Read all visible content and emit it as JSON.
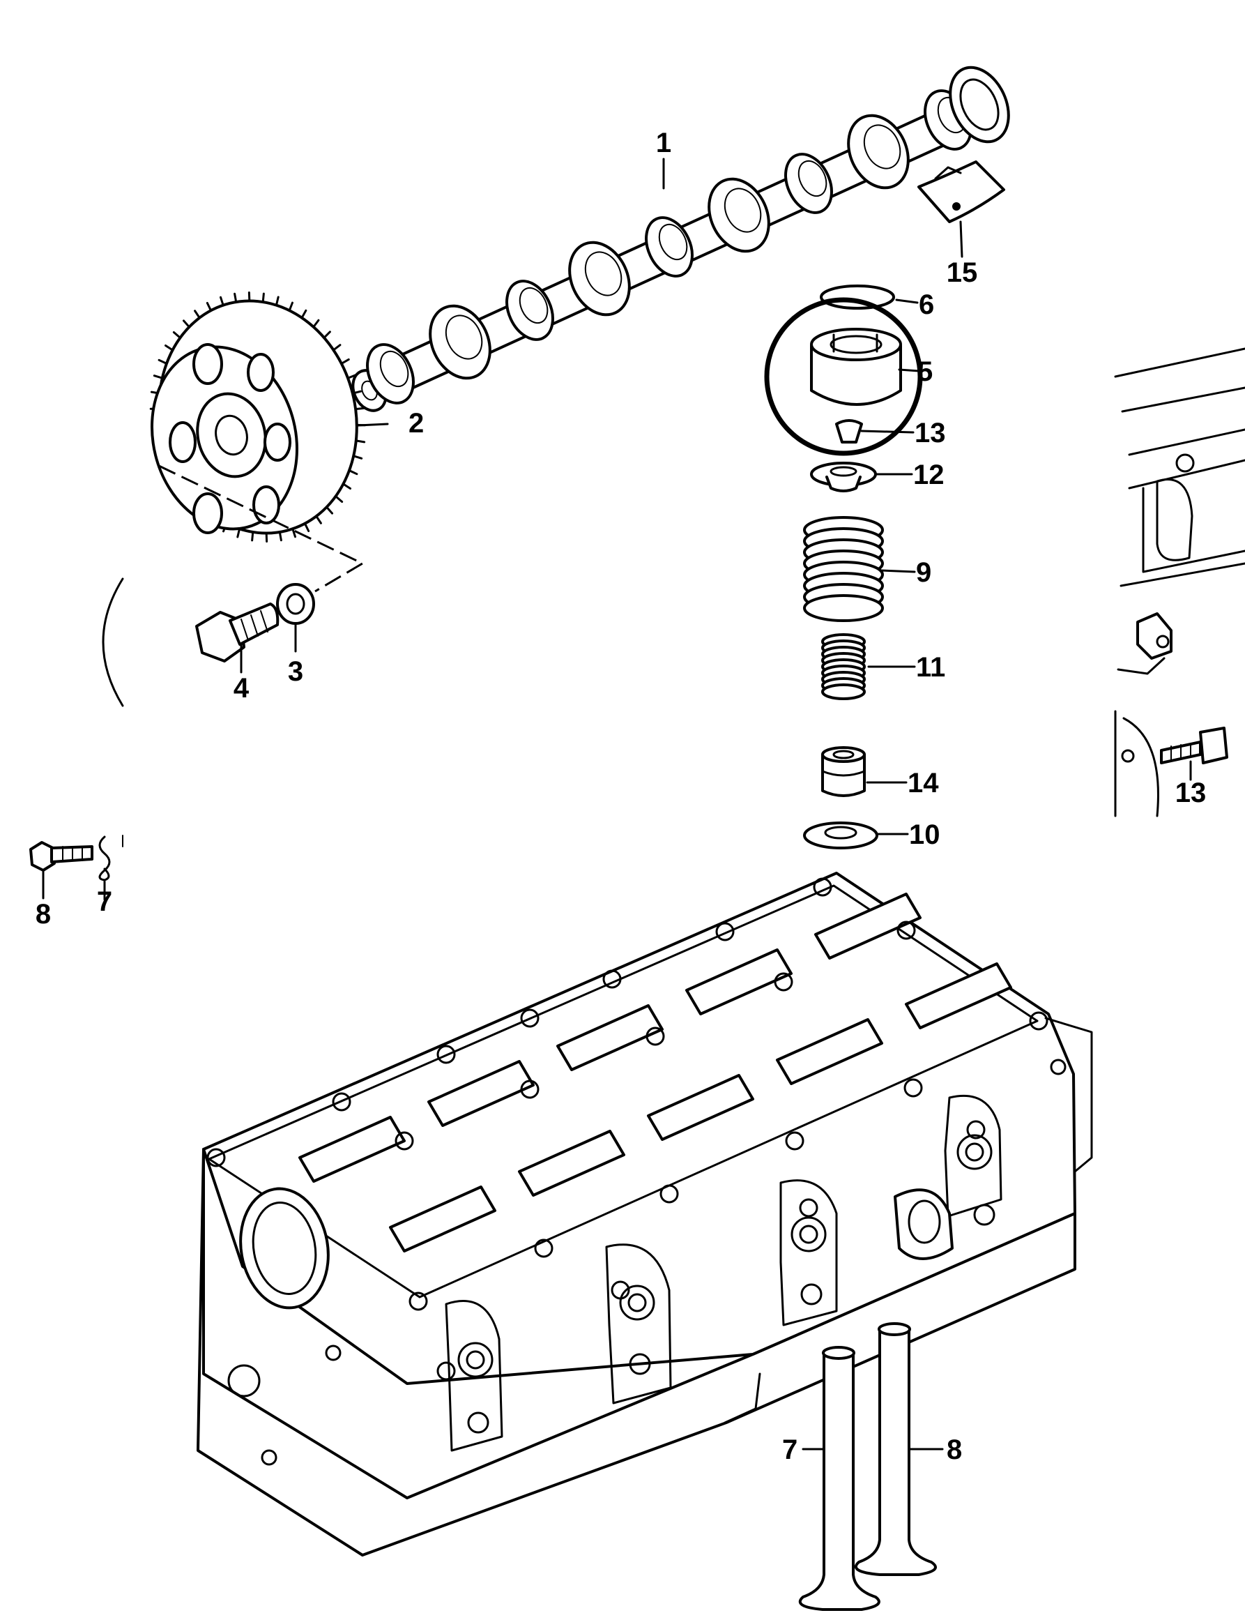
{
  "callouts": {
    "camshaft": "1",
    "sprocket": "2",
    "sprocket_washer": "3",
    "sprocket_bolt": "4",
    "valve_tappet": "5",
    "adjusting_disc": "6",
    "left_clip": "7",
    "left_bolt": "8",
    "outer_spring": "9",
    "spring_seat": "10",
    "inner_spring": "11",
    "spring_retainer": "12",
    "valve_cotters": "13",
    "stem_seal": "14",
    "bearing_shell": "15",
    "side_bolt": "13",
    "intake_valve": "7",
    "exhaust_valve": "8"
  }
}
